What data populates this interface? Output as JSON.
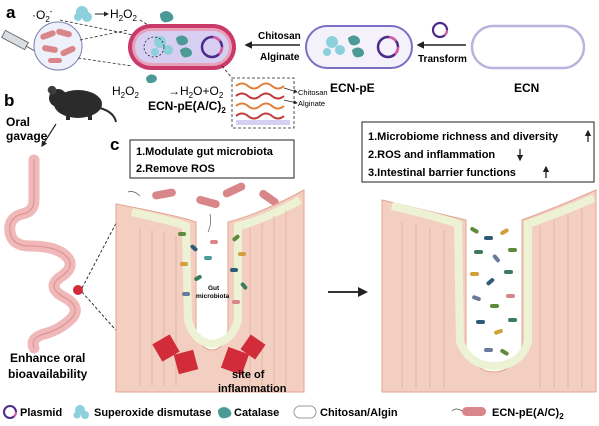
{
  "panels": {
    "a": "a",
    "b": "b",
    "c": "c"
  },
  "top": {
    "superoxide": "·O",
    "superoxide_sub": "2",
    "superoxide_sup": "-",
    "h2o2_1": "H",
    "h2o2_1_sub1": "2",
    "h2o2_1_o": "O",
    "h2o2_1_sub2": "2",
    "h2o2_2": "H",
    "h2o2_2_sub1": "2",
    "h2o2_2_o": "O",
    "h2o2_2_sub2": "2",
    "products": "→H",
    "products_sub1": "2",
    "products_mid": "O+O",
    "products_sub2": "2",
    "chitosan": "Chitosan",
    "alginate": "Alginate",
    "transform": "Transform",
    "ecn_pe": "ECN-pE",
    "ecn": "ECN",
    "ecn_pe_ac": "ECN-pE(A/C)",
    "ecn_pe_ac_sub": "2",
    "layer_chitosan": "Chitosan",
    "layer_alginate": "Alginate"
  },
  "left": {
    "oral_gavage_1": "Oral",
    "oral_gavage_2": "gavage",
    "enhance_1": "Enhance oral",
    "enhance_2": "bioavailability"
  },
  "box_left": {
    "item1": "1.Modulate gut microbiota",
    "item2": "2.Remove ROS"
  },
  "box_right": {
    "item1": "1.Microbiome richness and diversity",
    "item2": "2.ROS and inflammation",
    "item3": "3.Intestinal barrier functions"
  },
  "gut_label_1": "Gut",
  "gut_label_2": "microbiota",
  "inflammation_1": "site of",
  "inflammation_2": "inflammation",
  "legend": {
    "plasmid": "Plasmid",
    "sod": "Superoxide dismutase",
    "catalase": "Catalase",
    "chitosan_algin": "Chitosan/Algin",
    "ecn_pe_ac": "ECN-pE(A/C)",
    "ecn_pe_ac_sub": "2"
  },
  "colors": {
    "capsule_outer": "#c93a6a",
    "capsule_inner": "#bfb8e8",
    "tissue": "#f3cfc2",
    "tissue_edge": "#e3a490",
    "mucus": "#eef2d4",
    "inflamed": "#d22c3a",
    "intestine": "#f0b8b8",
    "sod": "#8cd0dc",
    "catalase": "#4c9a96"
  }
}
